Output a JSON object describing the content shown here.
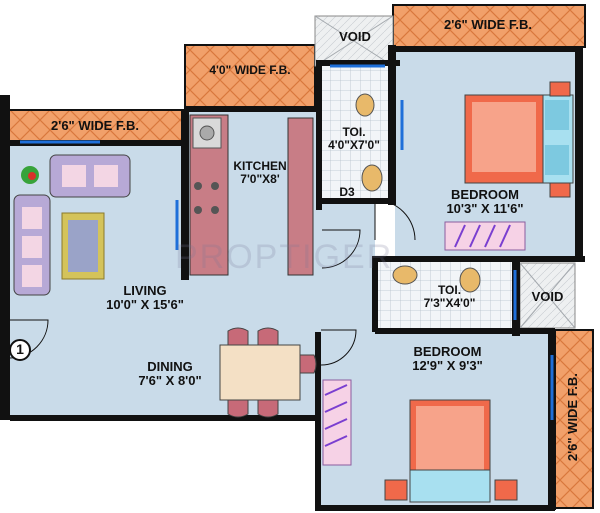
{
  "rooms": {
    "living": {
      "name": "LIVING",
      "size": "10'0\" X 15'6\""
    },
    "dining": {
      "name": "DINING",
      "size": "7'6\" X 8'0\""
    },
    "kitchen": {
      "name": "KITCHEN",
      "size": "7'0\"X8'"
    },
    "bedroom1": {
      "name": "BEDROOM",
      "size": "10'3\" X 11'6\""
    },
    "bedroom2": {
      "name": "BEDROOM",
      "size": "12'9\" X 9'3\""
    },
    "toilet1": {
      "name": "TOI.",
      "size": "4'0\"X7'0\""
    },
    "toilet2": {
      "name": "TOI.",
      "size": "7'3\"X4'0\""
    }
  },
  "balconies": {
    "fb_top_right": "2'6\" WIDE F.B.",
    "fb_top_mid": "4'0\" WIDE F.B.",
    "fb_left": "2'6\" WIDE F.B.",
    "fb_right": "2'6\" WIDE F.B."
  },
  "voids": {
    "top": "VOID",
    "right": "VOID"
  },
  "marks": {
    "door_d3": "D3",
    "entrance_number": "1"
  },
  "watermark": "PROPTIGER",
  "colors": {
    "wall": "#111111",
    "floor": "#c9dbe9",
    "balcony": "#f1a06a",
    "void": "#eef0f1",
    "window": "#1e6fd9",
    "tile": "#ecf1f5"
  }
}
